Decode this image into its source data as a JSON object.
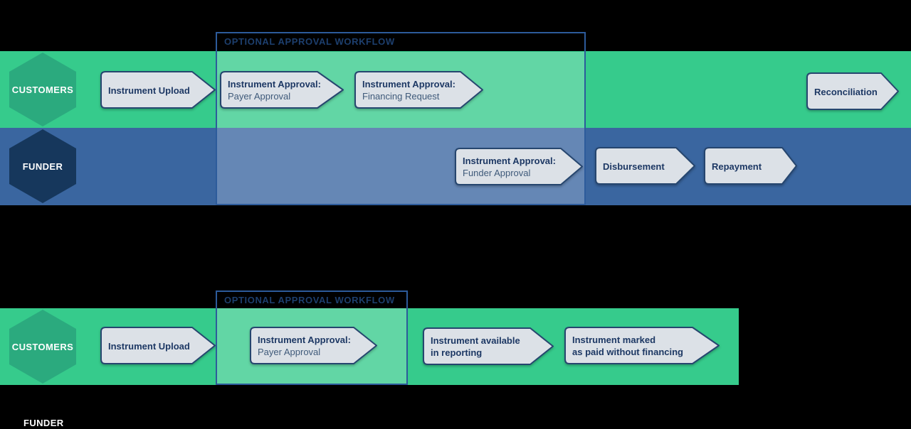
{
  "colors": {
    "background": "#000000",
    "customers_lane_green": "#36cb8c",
    "customers_hexagon_green": "#2baa7e",
    "funder_lane_blue": "#3a66a0",
    "funder_hexagon_navy": "#16375c",
    "step_fill_gray": "#dce1e7",
    "step_border_navy": "#26466f",
    "step_text_navy": "#1d3864",
    "step_subtext_navy": "#3f5a7a",
    "optional_box_border_blue": "#2d5b9b",
    "optional_box_title_navy": "#1d3f6e",
    "lane_inside_box_overlay": "rgba(255,255,255,0.22)"
  },
  "flow_with_financing": {
    "optional_box_title": "OPTIONAL APPROVAL WORKFLOW",
    "customers_lane_label": "CUSTOMERS",
    "funder_lane_label": "FUNDER",
    "steps": {
      "instrument_upload": {
        "line1": "Instrument Upload"
      },
      "payer_approval": {
        "line1": "Instrument Approval:",
        "line2": "Payer Approval"
      },
      "financing_request": {
        "line1": "Instrument Approval:",
        "line2": "Financing Request"
      },
      "reconciliation": {
        "line1": "Reconciliation"
      },
      "funder_approval": {
        "line1": "Instrument Approval:",
        "line2": "Funder Approval"
      },
      "disbursement": {
        "line1": "Disbursement"
      },
      "repayment": {
        "line1": "Repayment"
      }
    }
  },
  "flow_without_financing": {
    "optional_box_title": "OPTIONAL APPROVAL WORKFLOW",
    "customers_lane_label": "CUSTOMERS",
    "funder_lane_label": "FUNDER",
    "steps": {
      "instrument_upload": {
        "line1": "Instrument Upload"
      },
      "payer_approval": {
        "line1": "Instrument Approval:",
        "line2": "Payer Approval"
      },
      "available_in_reporting": {
        "line1": "Instrument available",
        "line2": "in reporting"
      },
      "marked_paid": {
        "line1": "Instrument marked",
        "line2": "as paid without financing"
      }
    }
  }
}
